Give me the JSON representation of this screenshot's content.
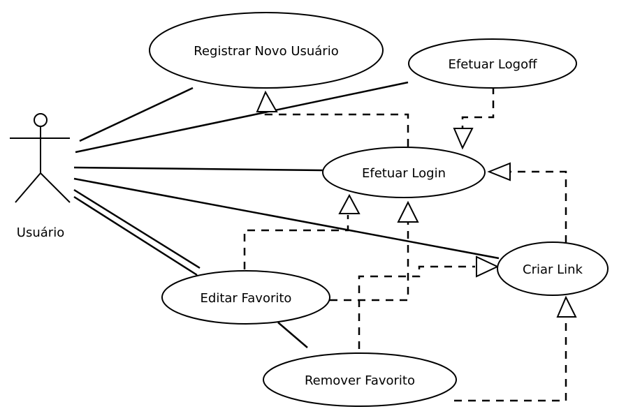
{
  "actor": {
    "label": "Usuário"
  },
  "use_cases": {
    "registrar": "Registrar Novo Usuário",
    "logoff": "Efetuar Logoff",
    "login": "Efetuar Login",
    "criar_link": "Criar Link",
    "editar": "Editar Favorito",
    "remover": "Remover Favorito"
  },
  "colors": {
    "stroke": "#000000",
    "background": "#ffffff"
  }
}
